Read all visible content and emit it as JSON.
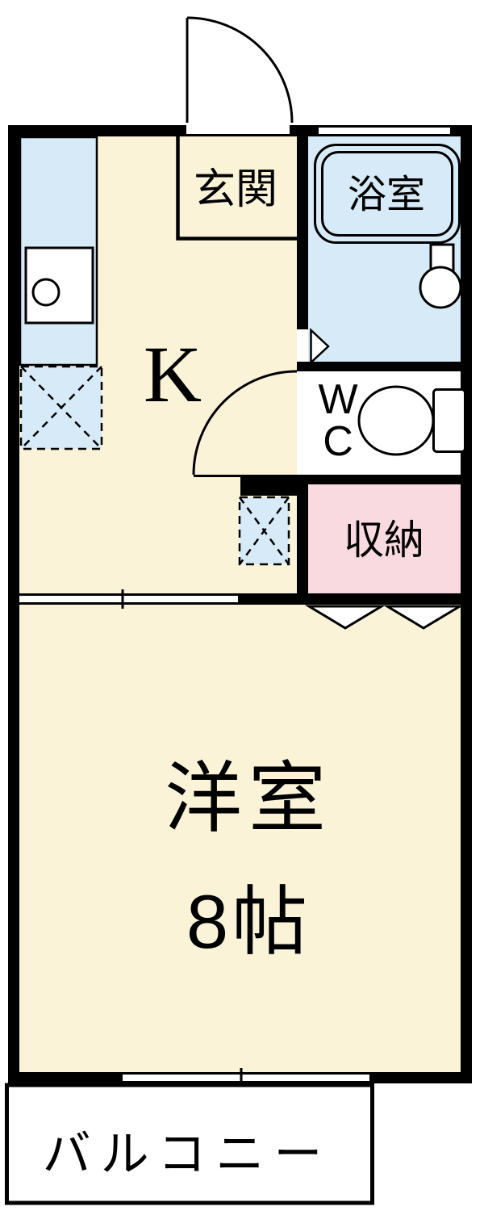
{
  "floorplan": {
    "type": "apartment-1K-floor-plan",
    "labels": {
      "genkan": "玄関",
      "bath": "浴室",
      "kitchen": "K",
      "wc_line1": "W",
      "wc_line2": "C",
      "storage": "収納",
      "main_room": "洋室",
      "main_room_size": "8帖",
      "balcony": "バルコニー"
    },
    "icons": {
      "bathtub-icon": "double rounded rectangle tub",
      "washbasin-icon": "circle bowl with faucet rectangle",
      "toilet-icon": "ellipse bowl with tank rectangle",
      "kitchen-sink-icon": "rectangle with circle drain",
      "washer-pan-icon": "dashed square with X",
      "door-swing-icon": "quarter circle arc with leaf line",
      "window-icon": "double parallel lines with tick",
      "folding-door-icon": "shallow chevron pair"
    },
    "colors": {
      "floor_cream": "#FBF3D8",
      "water_blue": "#D7EAF7",
      "storage_pink": "#F9DAE1",
      "wall_black": "#000000"
    }
  }
}
